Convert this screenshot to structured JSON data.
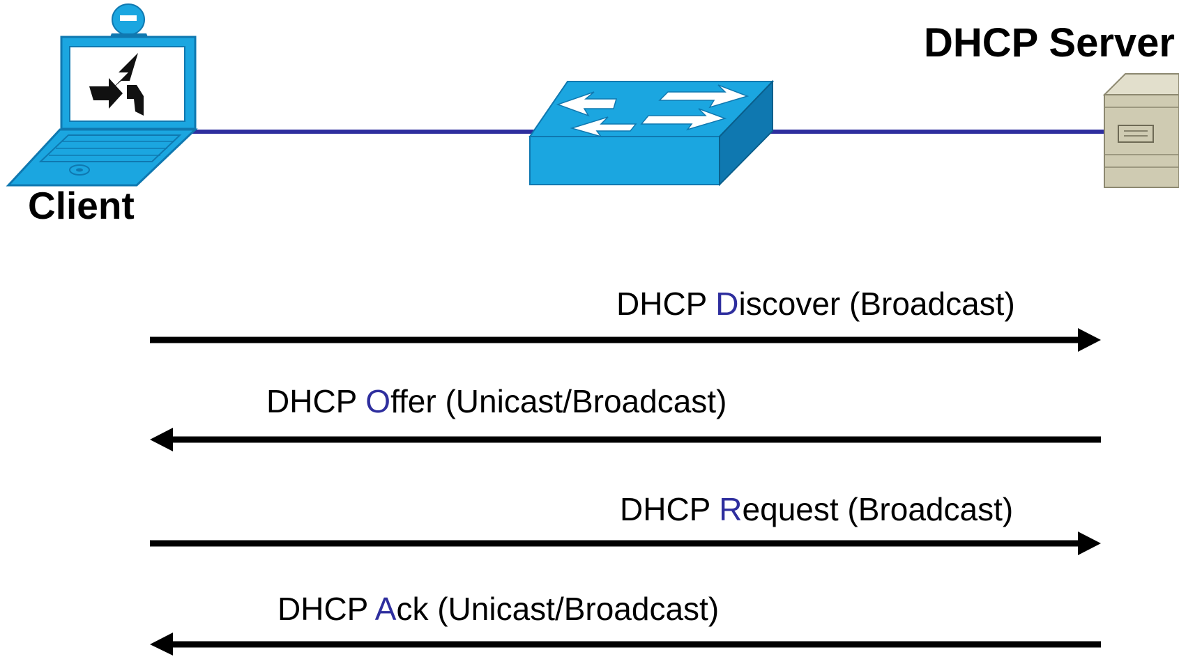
{
  "nodes": {
    "client": {
      "label": "Client",
      "icon": "laptop-icon"
    },
    "switch": {
      "icon": "switch-icon"
    },
    "server": {
      "label": "DHCP Server",
      "icon": "server-icon"
    }
  },
  "messages": [
    {
      "prefix": "DHCP ",
      "letter": "D",
      "rest": "iscover (Broadcast)",
      "direction": "client-to-server"
    },
    {
      "prefix": "DHCP ",
      "letter": "O",
      "rest": "ffer (Unicast/Broadcast)",
      "direction": "server-to-client"
    },
    {
      "prefix": "DHCP ",
      "letter": "R",
      "rest": "equest (Broadcast)",
      "direction": "client-to-server"
    },
    {
      "prefix": "DHCP ",
      "letter": "A",
      "rest": "ck (Unicast/Broadcast)",
      "direction": "server-to-client"
    }
  ],
  "colors": {
    "device_blue": "#1BA6E0",
    "device_blue_dark": "#0F78B0",
    "link_line": "#2E2E9E",
    "accent_letter": "#2E2E9E",
    "server_beige": "#CFCBB2",
    "arrow": "#000000"
  }
}
